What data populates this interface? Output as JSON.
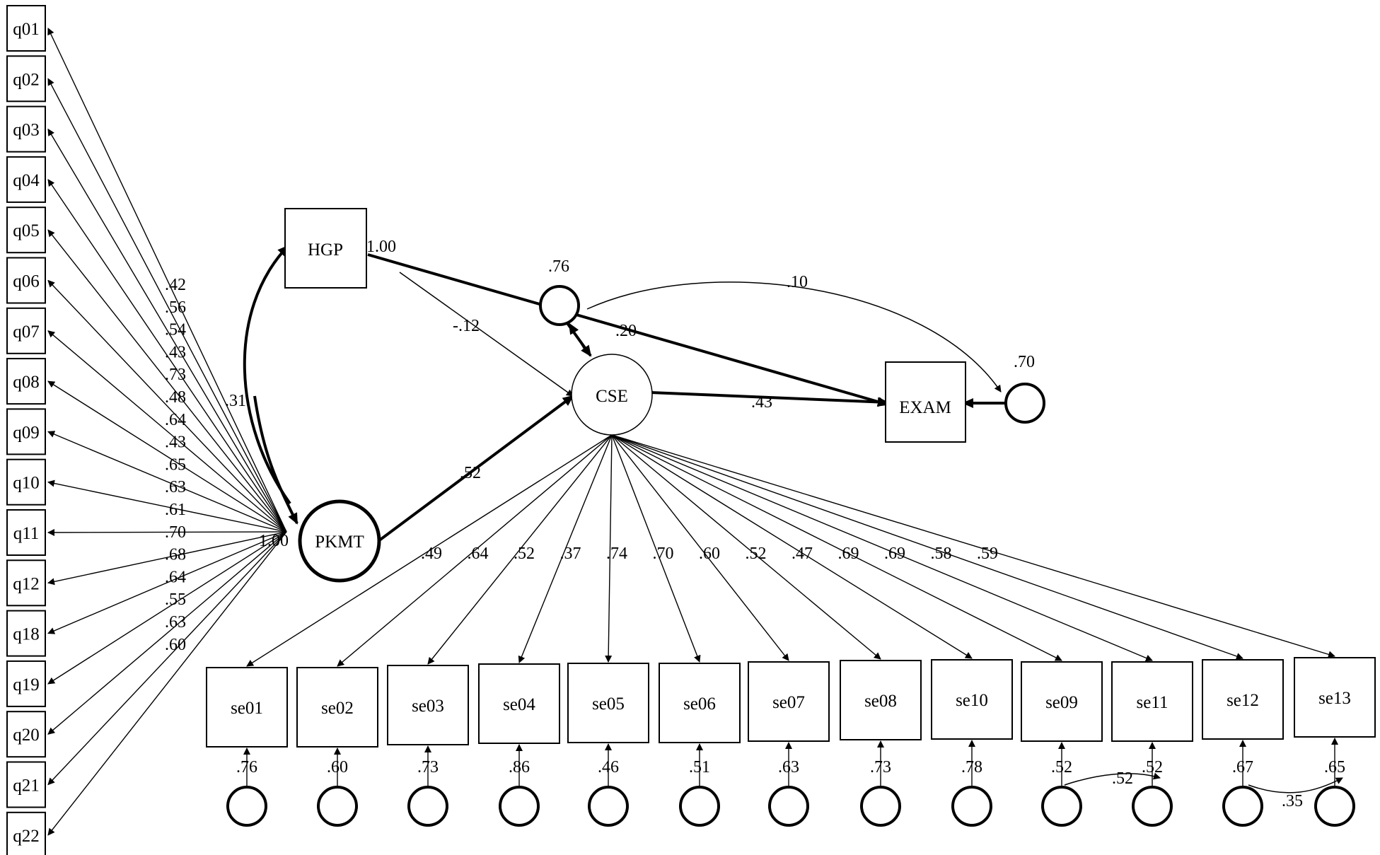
{
  "latents": {
    "hgp": "HGP",
    "pkmt": "PKMT",
    "cse": "CSE",
    "exam": "EXAM"
  },
  "pkmt_items": [
    {
      "label": "q01",
      "loading": ".42"
    },
    {
      "label": "q02",
      "loading": ".56"
    },
    {
      "label": "q03",
      "loading": ".54"
    },
    {
      "label": "q04",
      "loading": ".43"
    },
    {
      "label": "q05",
      "loading": ".73"
    },
    {
      "label": "q06",
      "loading": ".48"
    },
    {
      "label": "q07",
      "loading": ".64"
    },
    {
      "label": "q08",
      "loading": ".43"
    },
    {
      "label": "q09",
      "loading": ".65"
    },
    {
      "label": "q10",
      "loading": ".63"
    },
    {
      "label": "q11",
      "loading": ".61"
    },
    {
      "label": "q12",
      "loading": ".70"
    },
    {
      "label": "q18",
      "loading": ".68"
    },
    {
      "label": "q19",
      "loading": ".64"
    },
    {
      "label": "q20",
      "loading": ".55"
    },
    {
      "label": "q21",
      "loading": ".63"
    },
    {
      "label": "q22",
      "loading": ".60"
    }
  ],
  "cse_items": [
    {
      "label": "se01",
      "loading": ".49",
      "r2": ".76"
    },
    {
      "label": "se02",
      "loading": ".64",
      "r2": ".60"
    },
    {
      "label": "se03",
      "loading": ".52",
      "r2": ".73"
    },
    {
      "label": "se04",
      "loading": ".37",
      "r2": ".86"
    },
    {
      "label": "se05",
      "loading": ".74",
      "r2": ".46"
    },
    {
      "label": "se06",
      "loading": ".70",
      "r2": ".51"
    },
    {
      "label": "se07",
      "loading": ".60",
      "r2": ".63"
    },
    {
      "label": "se08",
      "loading": ".52",
      "r2": ".73"
    },
    {
      "label": "se10",
      "loading": ".47",
      "r2": ".78"
    },
    {
      "label": "se09",
      "loading": ".69",
      "r2": ".52"
    },
    {
      "label": "se11",
      "loading": ".69",
      "r2": ".52"
    },
    {
      "label": "se12",
      "loading": ".58",
      "r2": ".67"
    },
    {
      "label": "se13",
      "loading": ".59",
      "r2": ".65"
    }
  ],
  "paths": {
    "hgp_fixed": "1.00",
    "pkmt_fixed": "1.00",
    "hgp_pkmt": ".31",
    "hgp_cse": "-.12",
    "pkmt_cse": ".52",
    "cse_exam": ".43",
    "hgp_exam": ".20",
    "disturbance_cse": ".76",
    "disturbance_exam": ".70",
    "disturbance_cov": ".10",
    "err_cov_se09_se11": ".52",
    "err_cov_se12_se13": ".35"
  }
}
